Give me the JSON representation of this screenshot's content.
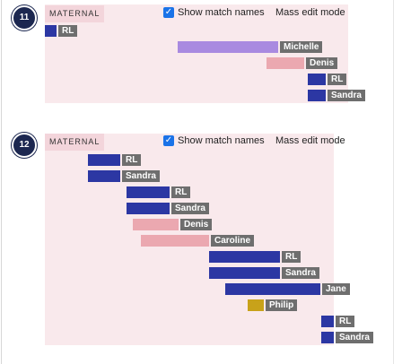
{
  "colors": {
    "segment_blue": "#2c37a3",
    "segment_purple": "#a98ae0",
    "segment_pink": "#eba8b0",
    "segment_gold": "#c8a21a",
    "label_bg": "#6e6e6e",
    "pane_bg": "#f9e9ec"
  },
  "groups": [
    {
      "number": "11",
      "side_label": "MATERNAL",
      "show_match_names_label": "Show match names",
      "show_match_names_checked": true,
      "mass_edit_label": "Mass edit mode",
      "checkbox_icon": "check-icon",
      "segments": [
        {
          "name": "RL",
          "color": "blue"
        },
        {
          "name": "Michelle",
          "color": "purple"
        },
        {
          "name": "Denis",
          "color": "pink"
        },
        {
          "name": "RL",
          "color": "blue"
        },
        {
          "name": "Sandra",
          "color": "blue"
        }
      ]
    },
    {
      "number": "12",
      "side_label": "MATERNAL",
      "show_match_names_label": "Show match names",
      "show_match_names_checked": true,
      "mass_edit_label": "Mass edit mode",
      "checkbox_icon": "check-icon",
      "segments": [
        {
          "name": "RL",
          "color": "blue"
        },
        {
          "name": "Sandra",
          "color": "blue"
        },
        {
          "name": "RL",
          "color": "blue"
        },
        {
          "name": "Sandra",
          "color": "blue"
        },
        {
          "name": "Denis",
          "color": "pink"
        },
        {
          "name": "Caroline",
          "color": "pink"
        },
        {
          "name": "RL",
          "color": "blue"
        },
        {
          "name": "Sandra",
          "color": "blue"
        },
        {
          "name": "Jane",
          "color": "blue"
        },
        {
          "name": "Philip",
          "color": "gold"
        },
        {
          "name": "RL",
          "color": "blue"
        },
        {
          "name": "Sandra",
          "color": "blue"
        }
      ]
    }
  ]
}
